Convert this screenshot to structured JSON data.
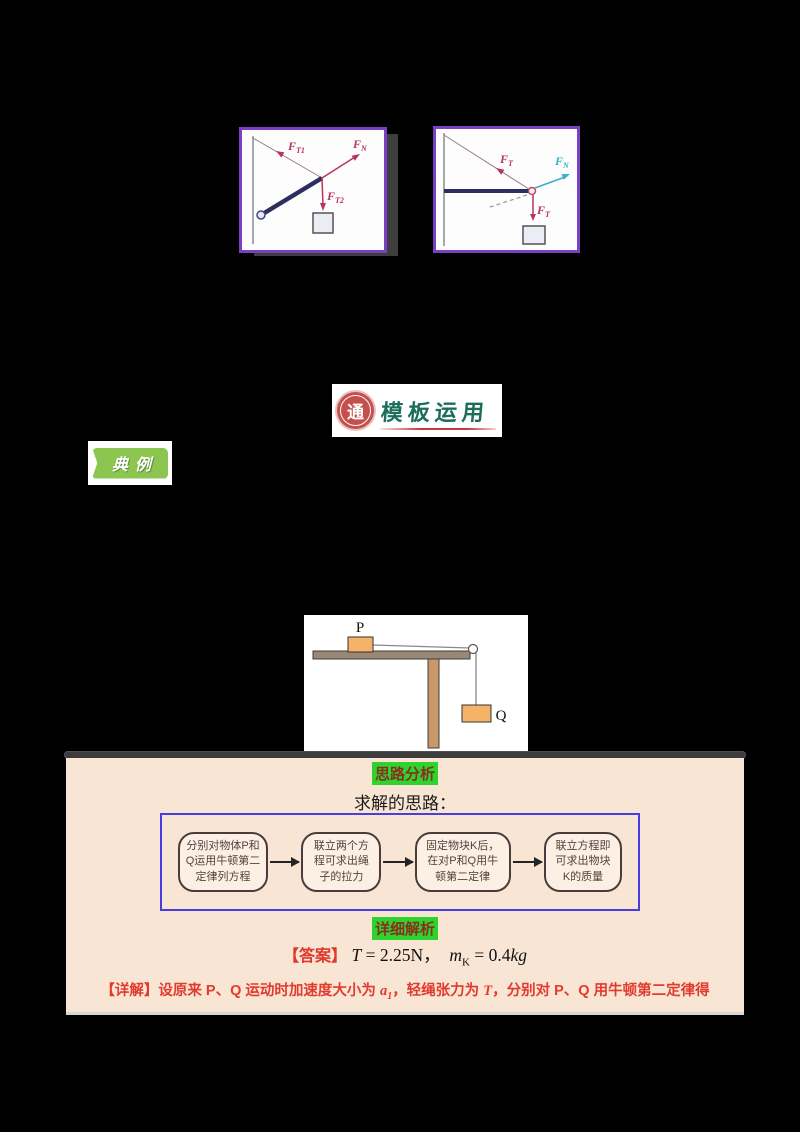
{
  "logo": {
    "seal_char": "通",
    "title": "模板运用"
  },
  "badge": {
    "label": "典例"
  },
  "figure1": {
    "ft1_main": "F",
    "ft1_sub": "T1",
    "fn_main": "F",
    "fn_sub": "N",
    "ft2_main": "F",
    "ft2_sub": "T2"
  },
  "figure2": {
    "ft_rope_main": "F",
    "ft_rope_sub": "T",
    "fn_main": "F",
    "fn_sub": "N",
    "ft_down_main": "F",
    "ft_down_sub": "T"
  },
  "pulley": {
    "p": "P",
    "q": "Q"
  },
  "analysis": {
    "title": "思路分析",
    "intro": "求解的思路：",
    "steps": [
      [
        "分别对物体P和",
        "Q运用牛顿第二",
        "定律列方程"
      ],
      [
        "联立两个方",
        "程可求出绳",
        "子的拉力"
      ],
      [
        "固定物块K后，",
        "在对P和Q用牛",
        "顿第二定律"
      ],
      [
        "联立方程即",
        "可求出物块",
        "K的质量"
      ]
    ],
    "solution_title": "详细解析",
    "answer": {
      "label": "【答案】",
      "t_var": "T",
      "t_eq": "= 2.25N",
      "comma": "，",
      "m_var": "m",
      "m_sub": "K",
      "m_eq": "= 0.4",
      "m_unit": "kg"
    },
    "detail": {
      "label": "【详解】",
      "p1": "设原来 P、Q 运动时加速度大小为 ",
      "a_var": "a",
      "a_sub": "1",
      "p2": "，轻绳张力为 ",
      "t_var": "T",
      "p3": "，分别对 P、Q 用牛顿第二定律得"
    }
  },
  "colors": {
    "highlight_green": "#2ED32E",
    "panel_peach": "#F8E5D3",
    "figure_border_purple": "#7B3FC4",
    "flow_border_blue": "#4A3DE0",
    "red_text": "#E0382A",
    "seal_red": "#C4504E",
    "logo_green": "#1A6E5A",
    "badge_green": "#8CC550",
    "force_crimson": "#B5355A",
    "force_cyan": "#3AAFC5"
  }
}
